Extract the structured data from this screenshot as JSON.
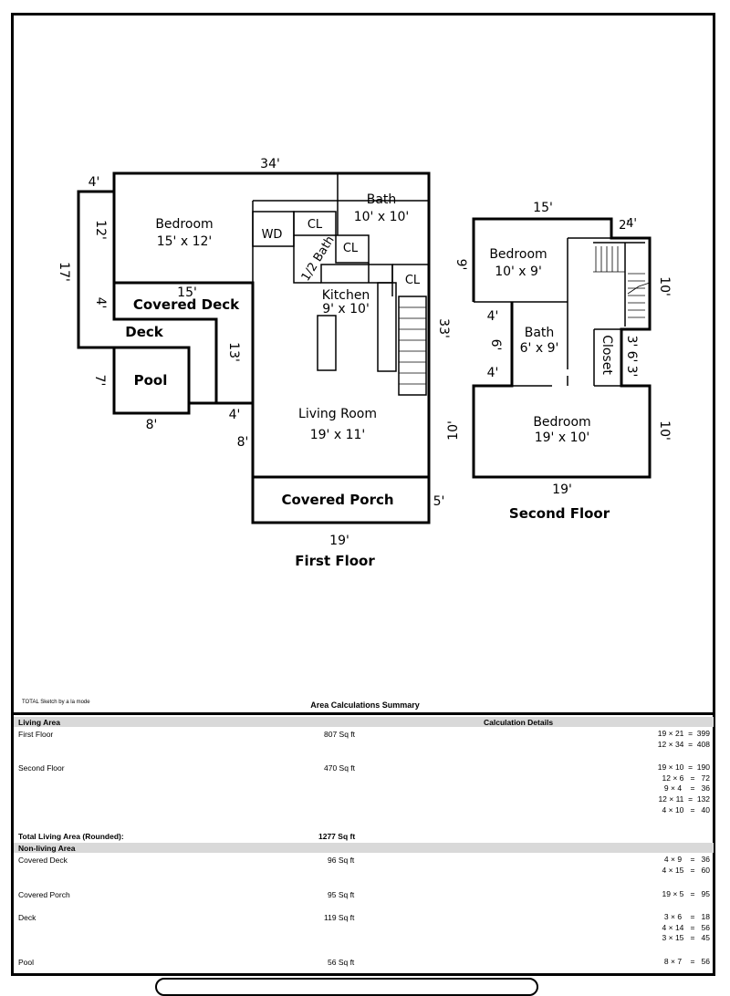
{
  "first_floor": {
    "title": "First Floor",
    "rooms": {
      "bedroom": {
        "name": "Bedroom",
        "size": "15' x 12'"
      },
      "bath": {
        "name": "Bath",
        "size": "10' x 10'"
      },
      "wd": "WD",
      "cl1": "CL",
      "cl2": "CL",
      "cl3": "CL",
      "half_bath": "1/2 Bath",
      "kitchen": {
        "name": "Kitchen",
        "size": "9' x 10'"
      },
      "living": {
        "name": "Living Room",
        "size": "19' x 11'"
      },
      "covered_deck": "Covered Deck",
      "deck": "Deck",
      "pool": "Pool",
      "covered_porch": "Covered Porch"
    },
    "dims": {
      "top": "34'",
      "left_top": "4'",
      "bedroom_side": "12'",
      "left_long": "17'",
      "covered_deck_top": "15'",
      "covered_deck_side": "4'",
      "side_13": "13'",
      "pool_side": "7'",
      "pool_bottom": "8'",
      "step_4": "4'",
      "step_8": "8'",
      "right_33": "33'",
      "porch_5": "5'",
      "bottom_19": "19'"
    }
  },
  "second_floor": {
    "title": "Second Floor",
    "rooms": {
      "bedroom1": {
        "name": "Bedroom",
        "size": "10' x 9'"
      },
      "bath": {
        "name": "Bath",
        "size": "6' x 9'"
      },
      "closet": "Closet",
      "bedroom2": {
        "name": "Bedroom",
        "size": "19' x 10'"
      }
    },
    "dims": {
      "top": "15'",
      "stair_2": "2'",
      "stair_4": "4'",
      "left_9": "9'",
      "right_10": "10'",
      "step_4a": "4'",
      "mid_6": "6'",
      "step_4b": "4'",
      "r_3": "3'",
      "r_6": "6'",
      "r_3b": "3'",
      "left_10": "10'",
      "right_10b": "10'",
      "bottom_19": "19'"
    }
  },
  "credit": "TOTAL Sketch by a la mode",
  "summary": {
    "title": "Area Calculations Summary",
    "living_header": "Living Area",
    "details_header": "Calculation Details",
    "living": [
      {
        "name": "First Floor",
        "area": "807 Sq ft",
        "calc": [
          "19 × 21  =  399",
          "12 × 34  =  408"
        ]
      },
      {
        "name": "Second Floor",
        "area": "470 Sq ft",
        "calc": [
          "19 × 10  =  190",
          "12 × 6   =   72",
          "9 × 4    =   36",
          "12 × 11  =  132",
          "4 × 10   =   40"
        ]
      }
    ],
    "total_label": "Total Living Area (Rounded):",
    "total_value": "1277 Sq ft",
    "non_living_header": "Non-living Area",
    "non_living": [
      {
        "name": "Covered Deck",
        "area": "96 Sq ft",
        "calc": [
          "4 × 9    =   36",
          "4 × 15   =   60"
        ]
      },
      {
        "name": "Covered Porch",
        "area": "95 Sq ft",
        "calc": [
          "19 × 5   =   95"
        ]
      },
      {
        "name": "Deck",
        "area": "119 Sq ft",
        "calc": [
          "3 × 6    =   18",
          "4 × 14   =   56",
          "3 × 15   =   45"
        ]
      },
      {
        "name": "Pool",
        "area": "56 Sq ft",
        "calc": [
          "8 × 7    =   56"
        ]
      }
    ]
  }
}
